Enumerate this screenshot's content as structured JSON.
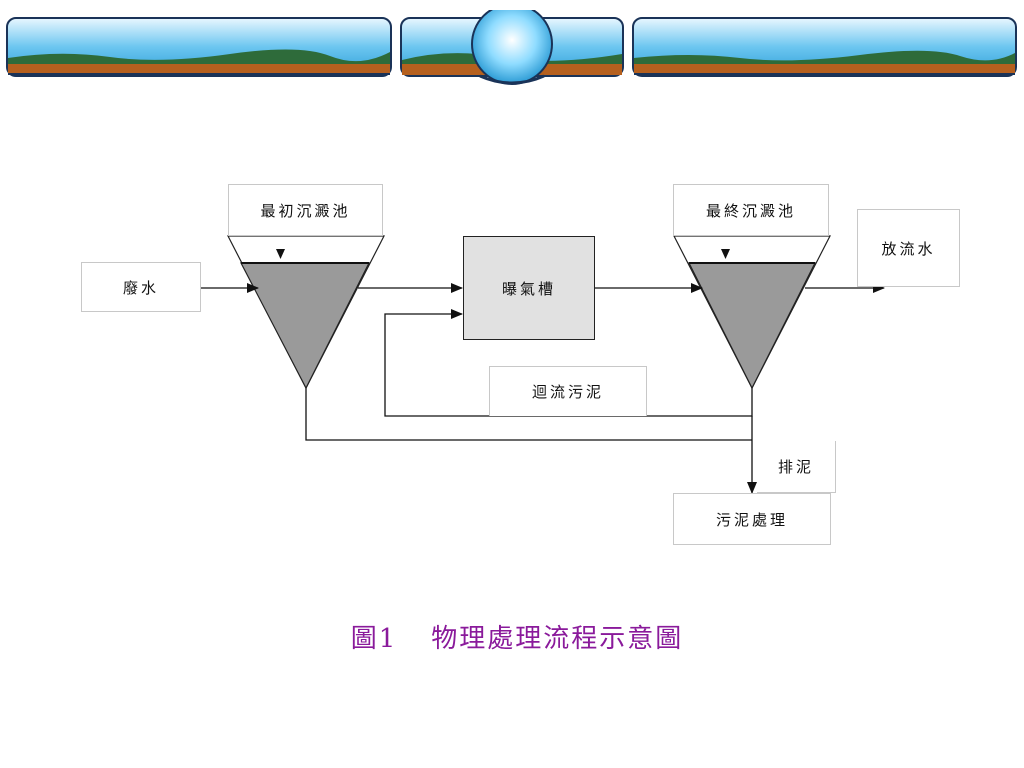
{
  "nodes": {
    "primary_clarifier": "最初沉澱池",
    "aeration_tank": "曝氣槽",
    "final_clarifier": "最終沉澱池",
    "wastewater": "廢水",
    "effluent": "放流水",
    "return_sludge": "迴流污泥",
    "sludge_discharge": "排泥",
    "sludge_treatment": "污泥處理"
  },
  "caption": {
    "figure_no": "圖1",
    "title": "物理處理流程示意圖"
  },
  "colors": {
    "caption": "#8a1a9b",
    "tank_fill": "#9a9a9a",
    "aeration_fill": "#e1e1e1",
    "sky": "#4fb8e8",
    "earth": "#b5601e",
    "hill": "#2e6b3a"
  }
}
